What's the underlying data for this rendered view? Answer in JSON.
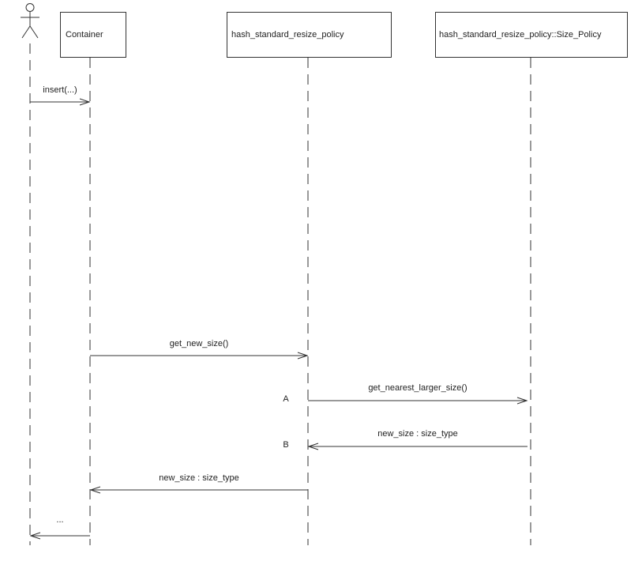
{
  "diagram": {
    "type": "uml-sequence-diagram",
    "colors": {
      "line": "#333333",
      "text": "#222222",
      "background": "#ffffff"
    },
    "actor": {
      "kind": "stick-figure",
      "label": ""
    },
    "participants": [
      {
        "label": "Container"
      },
      {
        "label": "hash_standard_resize_policy"
      },
      {
        "label": "hash_standard_resize_policy::Size_Policy"
      }
    ],
    "messages": [
      {
        "label": "insert(...)",
        "from": "actor",
        "to": "Container",
        "direction": "right"
      },
      {
        "label": "get_new_size()",
        "from": "Container",
        "to": "hash_standard_resize_policy",
        "direction": "right"
      },
      {
        "label": "get_nearest_larger_size()",
        "from": "hash_standard_resize_policy",
        "to": "hash_standard_resize_policy::Size_Policy",
        "direction": "right",
        "annotation": "A"
      },
      {
        "label": "new_size : size_type",
        "from": "hash_standard_resize_policy::Size_Policy",
        "to": "hash_standard_resize_policy",
        "direction": "left",
        "annotation": "B"
      },
      {
        "label": "new_size : size_type",
        "from": "hash_standard_resize_policy",
        "to": "Container",
        "direction": "left"
      },
      {
        "label": "...",
        "from": "Container",
        "to": "actor",
        "direction": "left"
      }
    ]
  }
}
